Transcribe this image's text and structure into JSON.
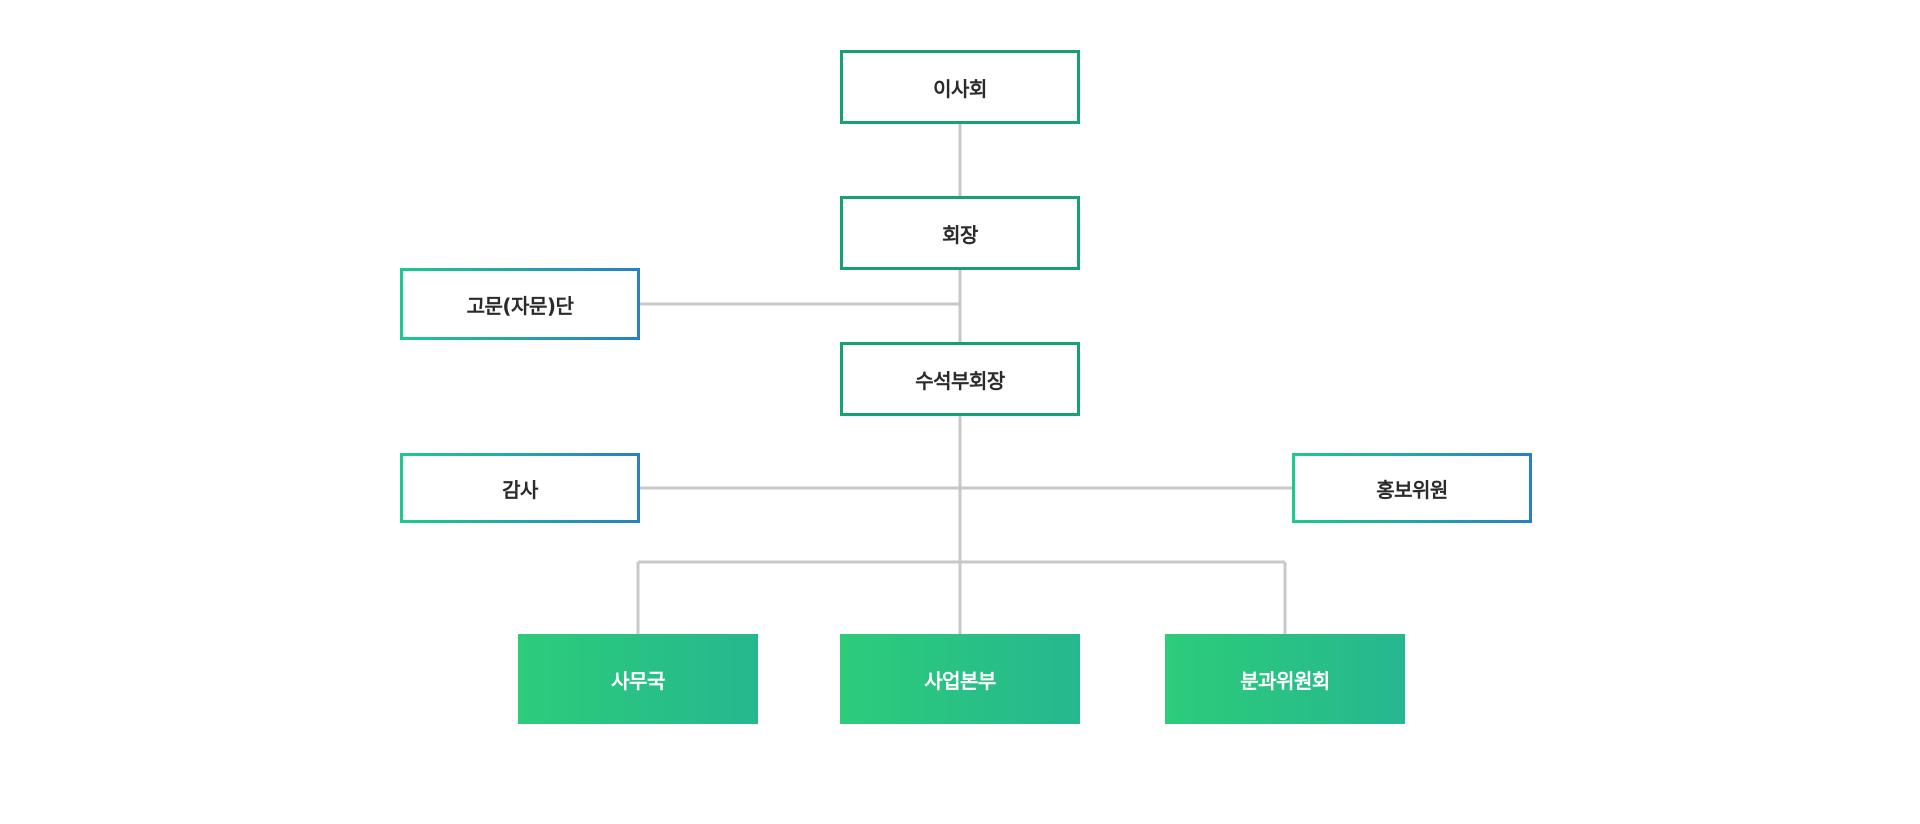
{
  "org": {
    "board": "이사회",
    "president": "회장",
    "advisors": "고문(자문)단",
    "senior_vp": "수석부회장",
    "audit": "감사",
    "pr": "홍보위원",
    "departments": [
      "사무국",
      "사업본부",
      "분과위원회"
    ]
  },
  "colors": {
    "main_border": "#17a071",
    "side_border_start": "#1fc98c",
    "side_border_end": "#2a7fc4",
    "dept_fill_start": "#2ccc7a",
    "dept_fill_end": "#26b78f",
    "connector": "#c8c8c8"
  }
}
